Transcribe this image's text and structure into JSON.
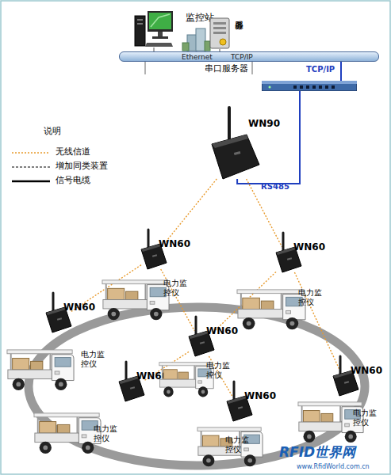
{
  "diagram": {
    "nodes": [
      {
        "text": [
          "监控站"
        ]
      },
      {
        "text": [
          "服务器"
        ]
      },
      {
        "text": [
          "Ethernet",
          "TCP/IP"
        ]
      },
      {
        "text": [
          "串口服务器"
        ]
      },
      {
        "text": [
          "WN90"
        ]
      },
      {
        "text": [
          "WN60"
        ]
      },
      {
        "text": [
          "WN60"
        ]
      },
      {
        "text": [
          "WN60"
        ]
      },
      {
        "text": [
          "WN60"
        ]
      },
      {
        "text": [
          "WN60"
        ]
      },
      {
        "text": [
          "WN60"
        ]
      },
      {
        "text": [
          "WN60"
        ]
      },
      {
        "text": [
          "电力监控仪"
        ]
      },
      {
        "text": [
          "电力监控仪"
        ]
      },
      {
        "text": [
          "电力监控仪"
        ]
      },
      {
        "text": [
          "电力监控仪"
        ]
      },
      {
        "text": [
          "电力监控仪"
        ]
      },
      {
        "text": [
          "电力监控仪"
        ]
      },
      {
        "text": [
          "电力监控仪"
        ]
      }
    ],
    "edges": [
      {
        "from": 0,
        "to": 2,
        "arrow": "none"
      },
      {
        "from": 1,
        "to": 2,
        "arrow": "none"
      },
      {
        "from": 3,
        "to": 2,
        "label": "TCP/IP",
        "arrow": "none"
      },
      {
        "from": 4,
        "to": 3,
        "label": "RS485",
        "arrow": "none"
      },
      {
        "from": 4,
        "to": 5,
        "arrow": "none"
      },
      {
        "from": 4,
        "to": 6,
        "arrow": "none"
      },
      {
        "from": 5,
        "to": 7,
        "arrow": "none"
      },
      {
        "from": 5,
        "to": 8,
        "arrow": "none"
      },
      {
        "from": 6,
        "to": 8,
        "arrow": "none"
      },
      {
        "from": 6,
        "to": 10,
        "arrow": "none"
      },
      {
        "from": 8,
        "to": 9,
        "arrow": "none"
      },
      {
        "from": 8,
        "to": 11,
        "arrow": "none"
      }
    ],
    "labels": [
      "说明",
      "RFID世界网",
      "www.RfidWorld.com.cn"
    ],
    "legend": [
      {
        "text": "无线信道"
      },
      {
        "text": "增加同类装置"
      },
      {
        "text": "信号电缆"
      }
    ]
  }
}
